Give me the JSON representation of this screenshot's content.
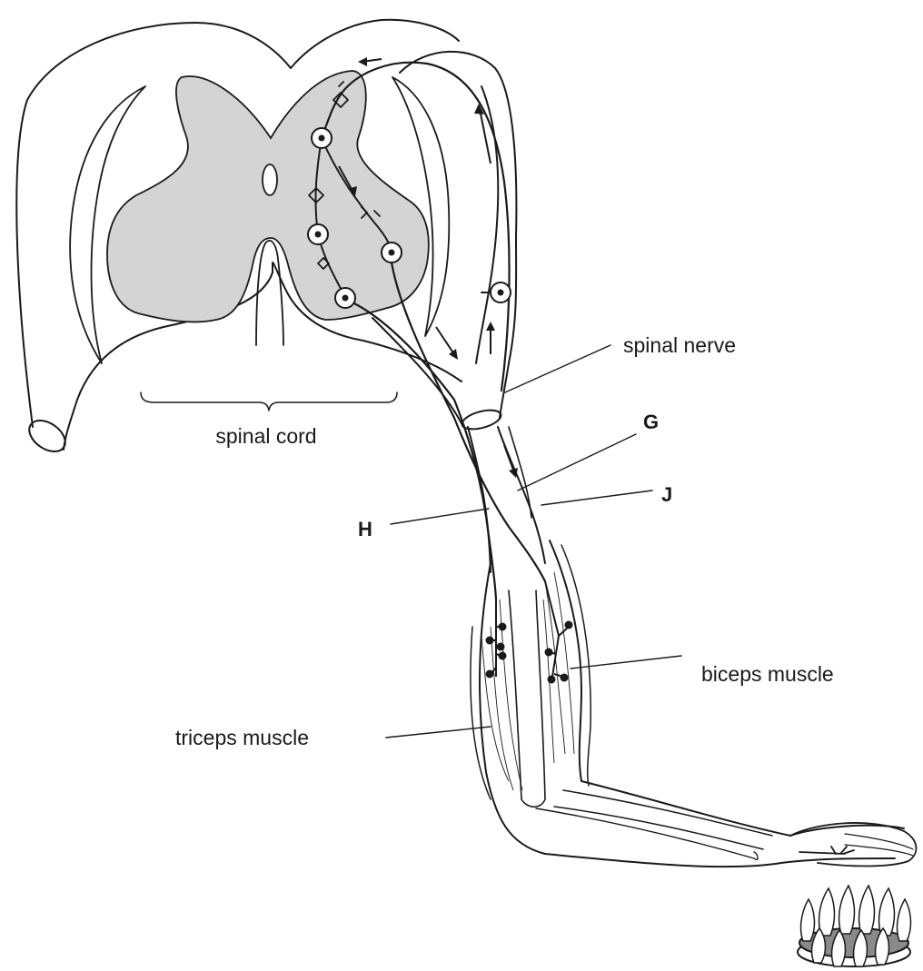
{
  "labels": {
    "spinal_cord": "spinal cord",
    "spinal_nerve": "spinal nerve",
    "g": "G",
    "h": "H",
    "j": "J",
    "biceps": "biceps muscle",
    "triceps": "triceps muscle"
  },
  "colors": {
    "grey_matter": "#d4d4d4",
    "line": "#1a1a1a",
    "flame_base": "#8a8a8a"
  },
  "icons": {
    "heat_source": "gas-flame-icon"
  }
}
